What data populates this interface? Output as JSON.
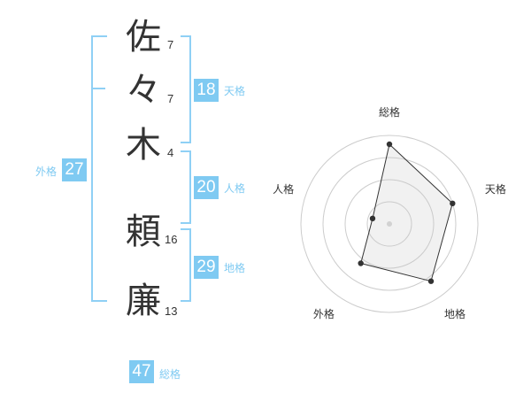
{
  "name_chars": [
    {
      "char": "佐",
      "strokes": "7"
    },
    {
      "char": "々",
      "strokes": "7"
    },
    {
      "char": "木",
      "strokes": "4"
    },
    {
      "char": "頼",
      "strokes": "16"
    },
    {
      "char": "廉",
      "strokes": "13"
    }
  ],
  "scores": {
    "tenkaku": {
      "value": "18",
      "label": "天格"
    },
    "jinkaku": {
      "value": "20",
      "label": "人格"
    },
    "chikaku": {
      "value": "29",
      "label": "地格"
    },
    "gaikaku": {
      "value": "27",
      "label": "外格"
    },
    "soukaku": {
      "value": "47",
      "label": "総格"
    }
  },
  "accent_color": "#7fcaf2",
  "chart_data": {
    "type": "radar",
    "axes": [
      "総格",
      "天格",
      "地格",
      "外格",
      "人格"
    ],
    "values": [
      0.9,
      0.75,
      0.8,
      0.55,
      0.2
    ],
    "scale_max": 1,
    "rings": 4,
    "grid": true
  }
}
